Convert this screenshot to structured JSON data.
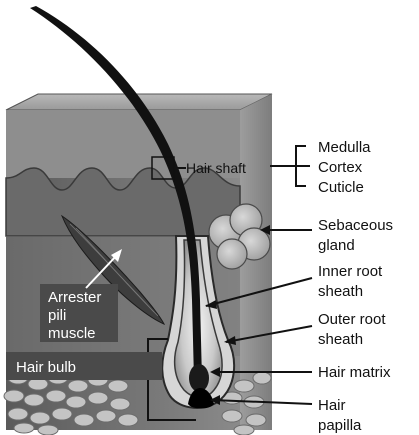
{
  "labels": {
    "medulla": "Medulla",
    "cortex": "Cortex",
    "cuticle": "Cuticle",
    "hair_shaft": "Hair shaft",
    "sebaceous_1": "Sebaceous",
    "sebaceous_2": "gland",
    "inner_root_1": "Inner root",
    "inner_root_2": "sheath",
    "outer_root_1": "Outer root",
    "outer_root_2": "sheath",
    "hair_matrix": "Hair matrix",
    "hair_papilla_1": "Hair",
    "hair_papilla_2": "papilla",
    "arrester_1": "Arrester",
    "arrester_2": "pili",
    "arrester_3": "muscle",
    "hair_bulb": "Hair bulb"
  }
}
